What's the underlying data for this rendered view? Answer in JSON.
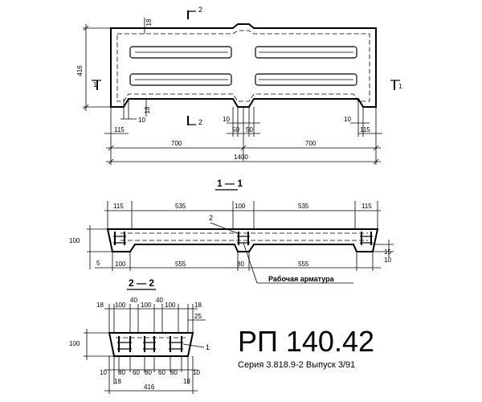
{
  "plan": {
    "dims": {
      "top_edge": "18",
      "height": "416",
      "bottom_edge": "18",
      "bottom_left_10": "10",
      "bottom_mid_10": "10",
      "bottom_right_10": "10",
      "left_115": "115",
      "mid_50a": "50",
      "mid_50b": "50",
      "right_115": "115",
      "half_left": "700",
      "half_right": "700",
      "total": "1400"
    },
    "section_marks": {
      "top_2": "2",
      "bottom_2": "2",
      "left_1": "1",
      "right_1": "1"
    }
  },
  "section_1_1": {
    "title": "1 — 1",
    "dims": {
      "top_left_115": "115",
      "top_left_535": "535",
      "top_mid_100": "100",
      "top_right_535": "535",
      "top_right_115": "115",
      "height_100": "100",
      "bottom_5": "5",
      "bottom_left_100": "100",
      "bottom_left_555": "555",
      "bottom_mid_80": "80",
      "bottom_right_555": "555",
      "right_10": "10",
      "right_15": "15"
    },
    "callout_2": "2",
    "rebar_label": "Рабочая арматура"
  },
  "section_2_2": {
    "title": "2 — 2",
    "dims": {
      "top_18a": "18",
      "top_100a": "100",
      "top_40a": "40",
      "top_100b": "100",
      "top_40b": "40",
      "top_100c": "100",
      "top_18b": "18",
      "right_25": "25",
      "height_100": "100",
      "bottom_10a": "10",
      "bottom_80a": "80",
      "bottom_60a": "60",
      "bottom_80b": "80",
      "bottom_60b": "60",
      "bottom_80c": "80",
      "bottom_10b": "10",
      "under_18a": "18",
      "under_18b": "18",
      "width_416": "416"
    },
    "callout_1": "1"
  },
  "title_block": {
    "mark": "РП 140.42",
    "series": "Серия 3.818.9-2 Выпуск 3/91"
  }
}
